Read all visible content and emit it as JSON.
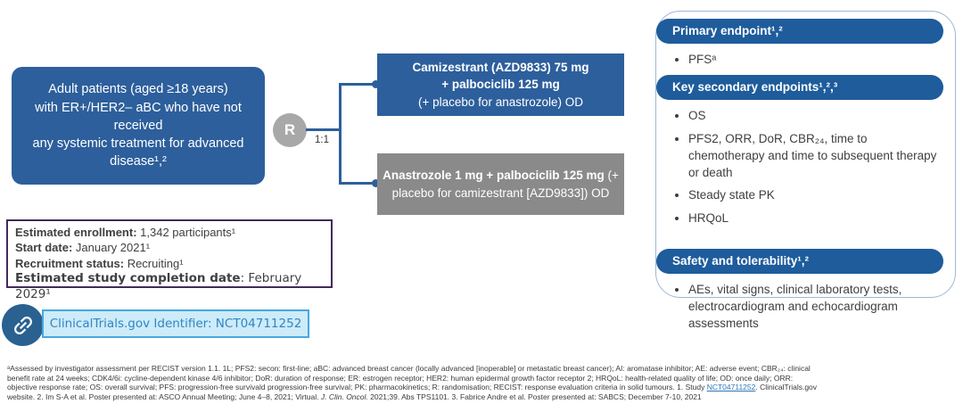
{
  "patient_box": {
    "text": "Adult patients (aged ≥18 years)\nwith ER+/HER2– aBC who have not received\nany systemic treatment for advanced\ndisease¹,²"
  },
  "randomization": {
    "label": "R",
    "ratio": "1:1"
  },
  "arms": {
    "camizestrant": {
      "line1": "Camizestrant (AZD9833) 75 mg",
      "line2": "+ palbociclib 125 mg",
      "line3": "(+ placebo for anastrozole) OD"
    },
    "anastrozole": {
      "line1_bold": "Anastrozole 1 mg + palbociclib 125 mg",
      "line1_rest": " (+",
      "line2": "placebo for camizestrant [AZD9833]) OD"
    }
  },
  "endpoints_panel": {
    "sections": [
      {
        "title": "Primary endpoint¹,²",
        "items": [
          "PFSᵃ"
        ]
      },
      {
        "title": "Key secondary endpoints¹,²,³",
        "items": [
          "OS",
          "PFS2, ORR, DoR, CBR₂₄, time to chemotherapy and time to subsequent therapy or death",
          "Steady state PK",
          "HRQoL"
        ]
      },
      {
        "title": "Safety and tolerability¹,²",
        "items": [
          "AEs, vital signs, clinical laboratory tests, electrocardiogram and echocardiogram assessments"
        ]
      }
    ]
  },
  "study_info": {
    "rows": [
      {
        "label": "Estimated enrollment:",
        "value": " 1,342 participants¹"
      },
      {
        "label": "Start date:",
        "value": " January 2021¹"
      },
      {
        "label": "Recruitment status:",
        "value": " Recruiting¹"
      },
      {
        "label": "Estimated study completion date",
        "value": ": February 2029¹"
      }
    ]
  },
  "registry": {
    "identifier_text": "ClinicalTrials.gov Identifier: NCT04711252",
    "link_icon": "chain-link-icon"
  },
  "footnote": {
    "lines": [
      [
        {
          "t": "ᵃAssessed by investigator assessment per RECIST version 1.1. 1L; PFS2: secon: first-line; aBC: advanced breast cancer (locally advanced [inoperable] or metastatic breast cancer); AI: aromatase inhibitor; AE: adverse event; CBR₂₄: clinical"
        }
      ],
      [
        {
          "t": "benefit rate at 24 weeks; CDK4/6i: cycline-dependent kinase 4/6 inhibitor; DoR: duration of response; ER: estrogen receptor; HER2: human epidermal growth factor receptor 2; HRQoL: health-related quality of life; OD: once daily; ORR:"
        }
      ],
      [
        {
          "t": "objective response rate; OS: overall survival; PFS: progression-free survivald progression-free survival; PK: pharmacokinetics; R: randomisation; RECIST: response evaluation criteria in solid tumours. 1. Study "
        },
        {
          "t": "NCT04711252",
          "c": "link"
        },
        {
          "t": ". ClinicalTrials.gov"
        }
      ],
      [
        {
          "t": "website. 2. Im S-A et al. Poster presented at: ASCO Annual Meeting; June 4–8, 2021; Virtual. "
        },
        {
          "t": "J. Clin. Oncol.",
          "c": "italic"
        },
        {
          "t": " 2021;39. Abs TPS1101. 3. Fabrice Andre et al. Poster presented at: SABCS; December 7-10, 2021"
        }
      ]
    ]
  },
  "colors": {
    "accent_blue": "#2d5f9c",
    "pill_blue": "#1e5c9c",
    "arm_gray": "#8a8a8a",
    "circle_gray": "#a8a8a8",
    "panel_border": "#9db8d4",
    "info_border_purple": "#44295b",
    "id_fill": "#cdebf8",
    "id_border": "#45a9de",
    "id_text": "#2f86c4",
    "link_circle": "#2a6191"
  }
}
